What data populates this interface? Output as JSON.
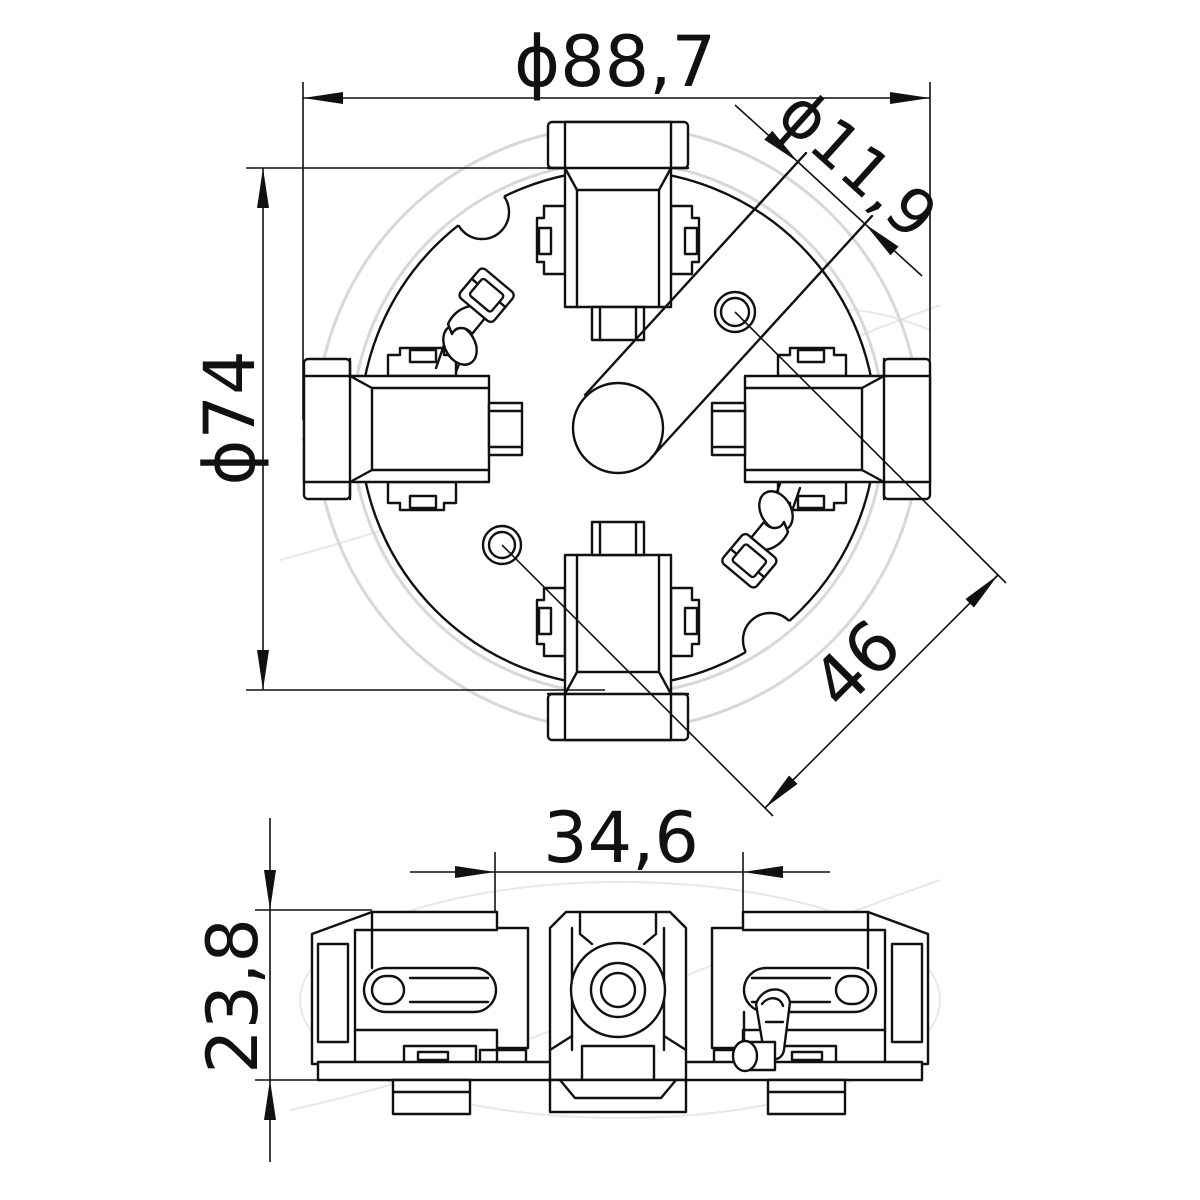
{
  "drawing": {
    "top_view": {
      "outer_diameter_label": "ϕ88,7",
      "center_hole_label": "ϕ11,9",
      "plate_diameter_label": "ϕ74",
      "hole_spacing_label": "46"
    },
    "side_view": {
      "holder_spacing_label": "34,6",
      "height_label": "23,8"
    }
  },
  "colors": {
    "line": "#111111",
    "watermark": "#d8d8d8"
  }
}
